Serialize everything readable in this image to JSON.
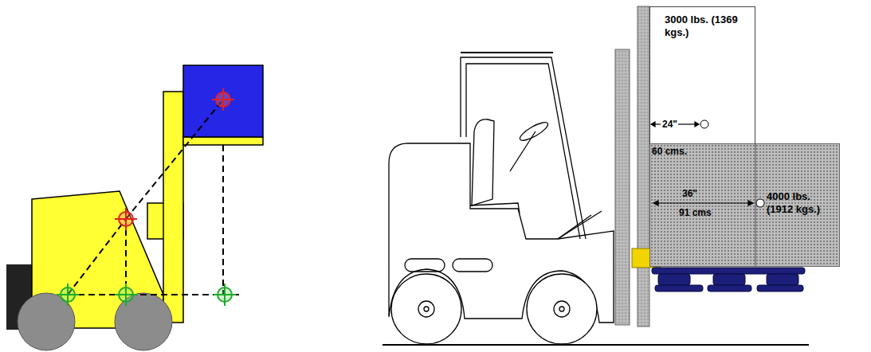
{
  "diagram": {
    "nodes": [
      {
        "text": [
          "3000 lbs. (1369 kgs.)"
        ]
      },
      {
        "text": [
          "4000 lbs. (1912 kgs.)"
        ]
      }
    ],
    "labels": [
      "24\"",
      "60 cms.",
      "36\"",
      "91 cms"
    ]
  }
}
